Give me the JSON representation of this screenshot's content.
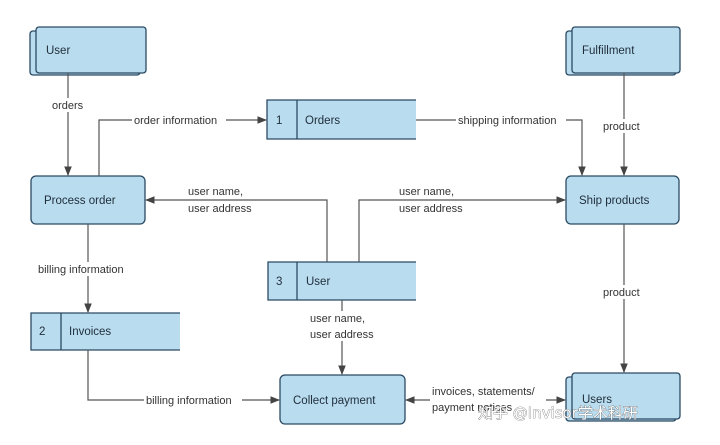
{
  "entities": {
    "user": "User",
    "fulfillment": "Fulfillment",
    "users": "Users"
  },
  "processes": {
    "process_order": "Process order",
    "ship_products": "Ship products",
    "collect_payment": "Collect payment"
  },
  "stores": {
    "orders": {
      "num": "1",
      "name": "Orders"
    },
    "invoices": {
      "num": "2",
      "name": "Invoices"
    },
    "user": {
      "num": "3",
      "name": "User"
    }
  },
  "flows": {
    "orders": "orders",
    "order_information": "order information",
    "shipping_information": "shipping information",
    "product_top": "product",
    "user_to_process_line1": "user name,",
    "user_to_process_line2": "user address",
    "user_to_ship_line1": "user name,",
    "user_to_ship_line2": "user address",
    "billing_information_left": "billing information",
    "product_bottom": "product",
    "user_to_collect_line1": "user name,",
    "user_to_collect_line2": "user address",
    "billing_information_bottom": "billing information",
    "invoices_line1": "invoices, statements/",
    "invoices_line2": "payment notices"
  },
  "watermark": "知乎 @Invisor学术科研"
}
